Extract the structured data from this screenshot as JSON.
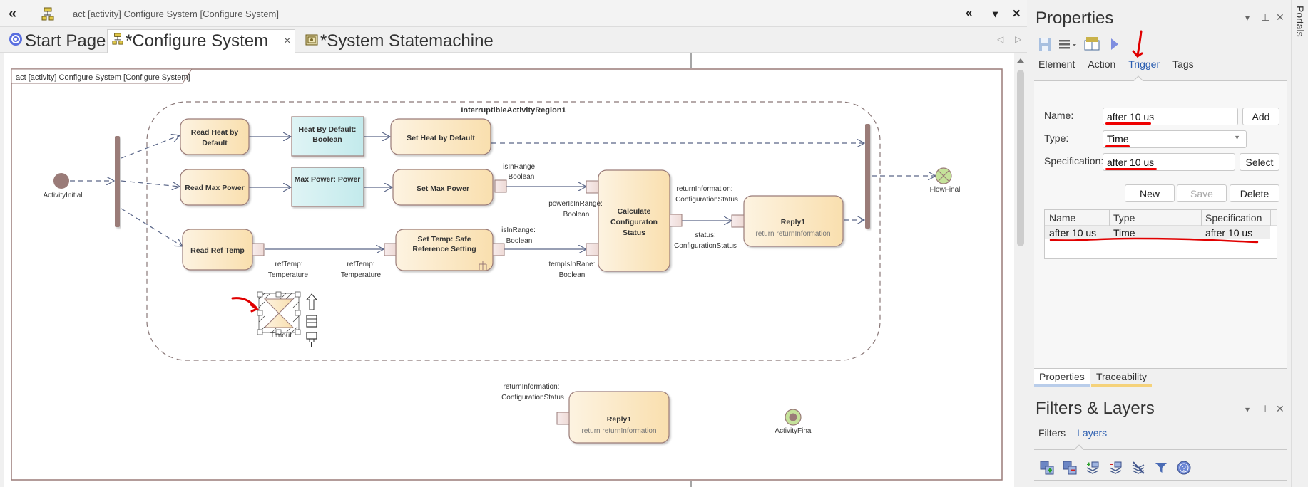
{
  "editor": {
    "titlebar": {
      "collapse_icon": "«",
      "title": "act [activity] Configure System [Configure System]",
      "btn_expand": "«",
      "btn_menu": "▾",
      "btn_close": "✕"
    },
    "tabs": [
      {
        "label": "Start Page",
        "icon": "start-page-icon",
        "active": false
      },
      {
        "label": "*Configure System",
        "icon": "activity-diagram-icon",
        "active": true,
        "close": "×"
      },
      {
        "label": "*System Statemachine",
        "icon": "statemachine-icon",
        "active": false
      }
    ],
    "tab_nav": {
      "prev": "◁",
      "next": "▷"
    }
  },
  "diagram": {
    "frame_label": "act [activity] Configure System [Configure System]",
    "region_label": "InterruptibleActivityRegion1",
    "initial_label": "ActivityInitial",
    "flow_final_label": "FlowFinal",
    "activity_final_label": "ActivityFinal",
    "timeout_label": "Timout",
    "actions": {
      "read_heat": "Read Heat by Default",
      "read_max_power": "Read Max Power",
      "read_ref_temp": "Read Ref Temp",
      "set_heat": "Set Heat by Default",
      "set_max_power": "Set Max Power",
      "set_temp": "Set Temp: Safe Reference Setting",
      "calc_status": "Calculate Configuraton Status",
      "reply1_name": "Reply1",
      "reply1_sub": "return returnInformation",
      "reply2_name": "Reply1",
      "reply2_sub": "return returnInformation"
    },
    "objects": {
      "heat_default": "Heat By Default: Boolean",
      "max_power": "Max Power: Power"
    },
    "pin_labels": {
      "set_max_out_1": "isInRange:",
      "set_max_out_2": "Boolean",
      "ref_out_1": "refTemp:",
      "ref_out_2": "Temperature",
      "ref_in_1": "refTemp:",
      "ref_in_2": "Temperature",
      "set_temp_out_1": "isInRange:",
      "set_temp_out_2": "Boolean",
      "power_in_1": "powerIsInRange:",
      "power_in_2": "Boolean",
      "temp_in_1": "tempIsInRane:",
      "temp_in_2": "Boolean",
      "calc_out_1": "returnInformation:",
      "calc_out_2": "ConfigurationStatus",
      "reply_in_1": "status:",
      "reply_in_2": "ConfigurationStatus",
      "reply2_in_1": "returnInformation:",
      "reply2_in_2": "ConfigurationStatus"
    }
  },
  "properties": {
    "title": "Properties",
    "controls": {
      "menu": "▾",
      "pin": "⊥",
      "close": "✕"
    },
    "toolbar_icons": [
      "save-icon",
      "list-menu-icon",
      "element-properties-icon",
      "run-icon"
    ],
    "tabs": [
      "Element",
      "Action",
      "Trigger",
      "Tags"
    ],
    "selected_tab": "Trigger",
    "form": {
      "name_label": "Name:",
      "name_value": "after 10 us",
      "add_button": "Add",
      "type_label": "Type:",
      "type_value": "Time",
      "spec_label": "Specification:",
      "spec_value": "after 10 us",
      "select_button": "Select",
      "new_button": "New",
      "save_button": "Save",
      "delete_button": "Delete"
    },
    "table": {
      "columns": [
        "Name",
        "Type",
        "Specification"
      ],
      "rows": [
        {
          "name": "after 10 us",
          "type": "Time",
          "specification": "after 10 us"
        }
      ]
    },
    "bottom_tabs": [
      "Properties",
      "Traceability"
    ]
  },
  "filters_layers": {
    "title": "Filters & Layers",
    "tabs": [
      "Filters",
      "Layers"
    ],
    "selected_tab": "Layers",
    "tool_icons": [
      "add-layer-icon",
      "remove-layer-icon",
      "add-to-layer-icon",
      "remove-from-layer-icon",
      "clear-layers-icon",
      "filter-icon",
      "help-icon"
    ]
  },
  "portals": {
    "label": "Portals"
  },
  "colors": {
    "action_fill_start": "#fdf3e1",
    "action_fill_end": "#f9dfae",
    "object_fill": "#cdeef0",
    "node_border": "#9a7b78",
    "flow_line": "#5a6688",
    "final_green": "#c5e29a",
    "annotation_red": "#e00000",
    "accent_blue": "#2a5db0"
  }
}
